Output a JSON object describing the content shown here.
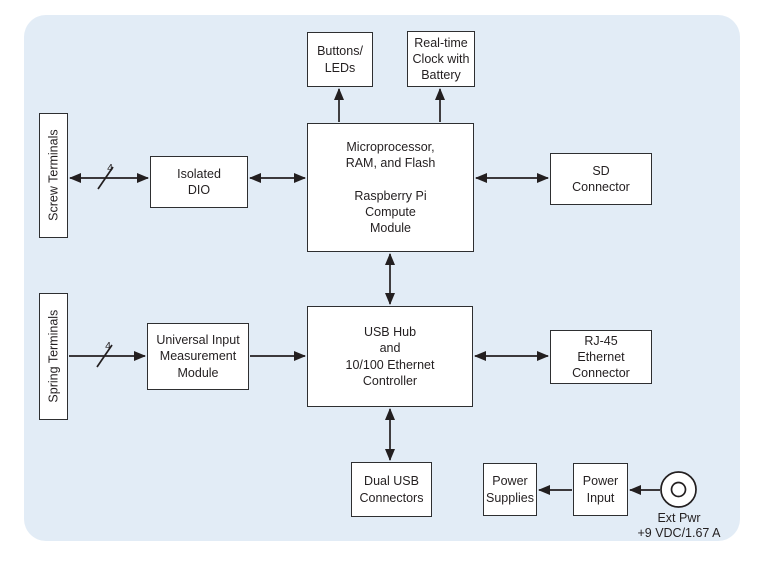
{
  "diagram": {
    "nodes": {
      "screw_terminals": {
        "label": "Screw Terminals"
      },
      "spring_terminals": {
        "label": "Spring Terminals"
      },
      "isolated_dio": {
        "label": "Isolated\nDIO"
      },
      "universal_input": {
        "label": "Universal Input\nMeasurement\nModule"
      },
      "buttons_leds": {
        "label": "Buttons/\nLEDs"
      },
      "rtc": {
        "label": "Real-time\nClock with\nBattery"
      },
      "microprocessor": {
        "label": "Microprocessor,\nRAM, and Flash\n\nRaspberry Pi\nCompute\nModule"
      },
      "sd_connector": {
        "label": "SD\nConnector"
      },
      "usb_hub": {
        "label": "USB Hub\nand\n10/100 Ethernet\nController"
      },
      "rj45": {
        "label": "RJ-45\nEthernet\nConnector"
      },
      "dual_usb": {
        "label": "Dual USB\nConnectors"
      },
      "power_supplies": {
        "label": "Power\nSupplies"
      },
      "power_input": {
        "label": "Power\nInput"
      }
    },
    "bus_width_labels": {
      "screw": "4",
      "spring": "4"
    },
    "ext_power": {
      "label": "Ext Pwr",
      "rating": "+9 VDC/1.67 A"
    },
    "edges": [
      {
        "from": "screw_terminals",
        "to": "isolated_dio",
        "direction": "bidirectional",
        "bus_width": "4"
      },
      {
        "from": "isolated_dio",
        "to": "microprocessor",
        "direction": "bidirectional"
      },
      {
        "from": "microprocessor",
        "to": "buttons_leds",
        "direction": "one-way"
      },
      {
        "from": "microprocessor",
        "to": "rtc",
        "direction": "one-way"
      },
      {
        "from": "microprocessor",
        "to": "sd_connector",
        "direction": "bidirectional"
      },
      {
        "from": "microprocessor",
        "to": "usb_hub",
        "direction": "bidirectional"
      },
      {
        "from": "spring_terminals",
        "to": "universal_input",
        "direction": "one-way",
        "bus_width": "4"
      },
      {
        "from": "universal_input",
        "to": "usb_hub",
        "direction": "one-way"
      },
      {
        "from": "usb_hub",
        "to": "rj45",
        "direction": "bidirectional"
      },
      {
        "from": "usb_hub",
        "to": "dual_usb",
        "direction": "bidirectional"
      },
      {
        "from": "power_input",
        "to": "power_supplies",
        "direction": "one-way"
      },
      {
        "from": "ext_power",
        "to": "power_input",
        "direction": "one-way"
      }
    ],
    "colors": {
      "panel_bg": "#e2ecf6",
      "box_bg": "#ffffff",
      "box_border": "#2e2f31",
      "line": "#231f20",
      "text": "#231f20"
    }
  }
}
